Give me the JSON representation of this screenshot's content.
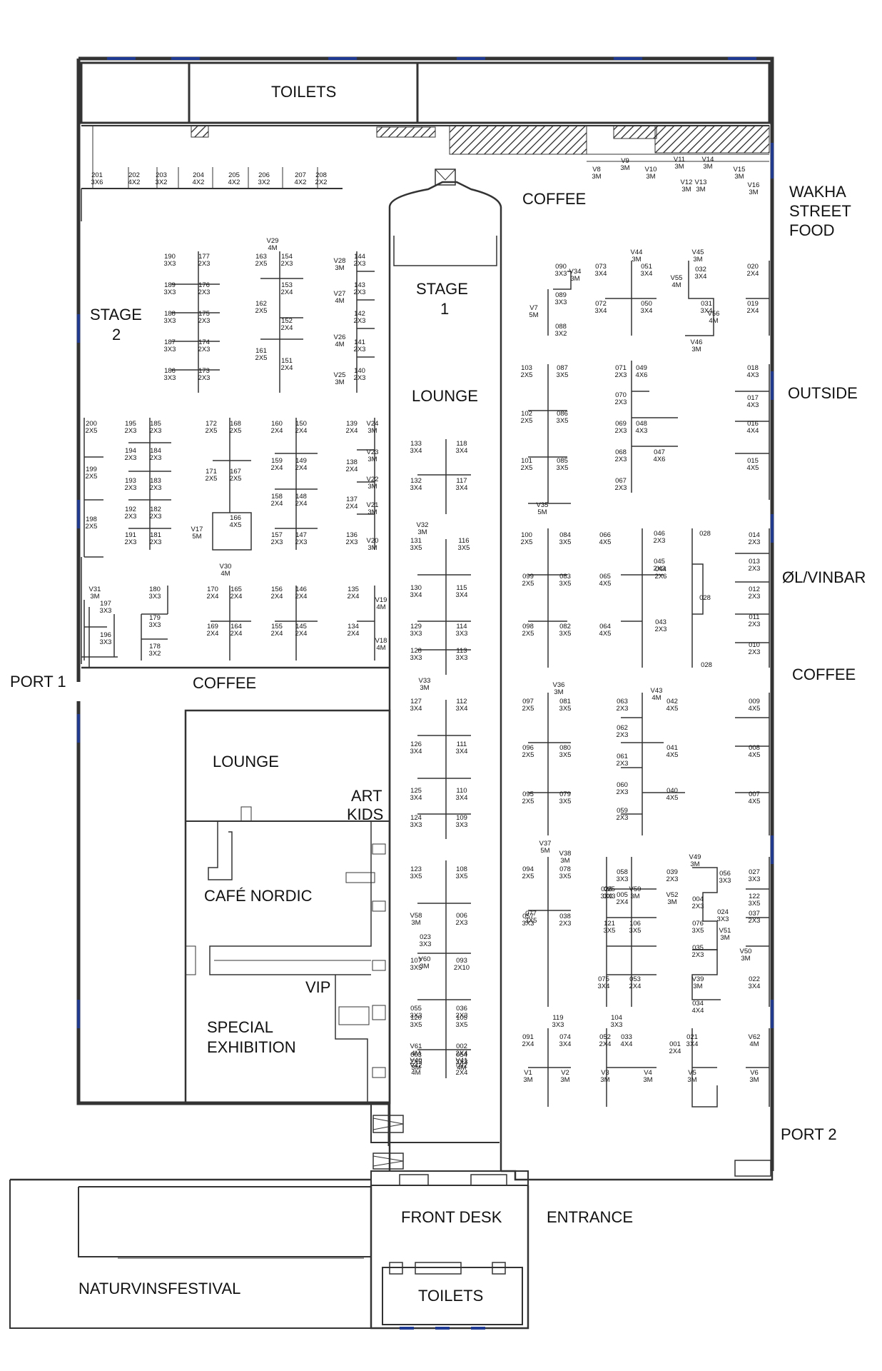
{
  "areas": {
    "toilets_top": "TOILETS",
    "coffee_top": "COFFEE",
    "wakha": [
      "WAKHA",
      "STREET",
      "FOOD"
    ],
    "stage2": [
      "STAGE",
      "2"
    ],
    "stage1": [
      "STAGE",
      "1"
    ],
    "lounge_center": "LOUNGE",
    "outside": "OUTSIDE",
    "ol_vinbar": "ØL/VINBAR",
    "coffee_right": "COFFEE",
    "port1": "PORT 1",
    "coffee_left": "COFFEE",
    "lounge_left": "LOUNGE",
    "art_kids": [
      "ART",
      "KIDS"
    ],
    "cafe_nordic": "CAFÉ NORDIC",
    "vip": "VIP",
    "special_exhibition": [
      "SPECIAL",
      "EXHIBITION"
    ],
    "port2": "PORT 2",
    "front_desk": "FRONT DESK",
    "entrance": "ENTRANCE",
    "toilets_bottom": "TOILETS",
    "naturvinsfestival": "NATURVINSFESTIVAL"
  },
  "booths": [
    [
      "201",
      "3X6"
    ],
    [
      "202",
      "4X2"
    ],
    [
      "203",
      "3X2"
    ],
    [
      "204",
      "4X2"
    ],
    [
      "205",
      "4X2"
    ],
    [
      "206",
      "3X2"
    ],
    [
      "207",
      "4X2"
    ],
    [
      "208",
      "2X2"
    ],
    [
      "V8",
      "3M"
    ],
    [
      "V9",
      "3M"
    ],
    [
      "V10",
      "3M"
    ],
    [
      "V11",
      "3M"
    ],
    [
      "V14",
      "3M"
    ],
    [
      "V15",
      "3M"
    ],
    [
      "V12",
      "3M"
    ],
    [
      "V13",
      "3M"
    ],
    [
      "V16",
      "3M"
    ],
    [
      "190",
      "3X3"
    ],
    [
      "177",
      "2X3"
    ],
    [
      "V29",
      "4M"
    ],
    [
      "163",
      "2X5"
    ],
    [
      "154",
      "2X3"
    ],
    [
      "V28",
      "3M"
    ],
    [
      "144",
      "2X3"
    ],
    [
      "189",
      "3X3"
    ],
    [
      "176",
      "2X3"
    ],
    [
      "153",
      "2X4"
    ],
    [
      "143",
      "2X3"
    ],
    [
      "V27",
      "4M"
    ],
    [
      "188",
      "3X3"
    ],
    [
      "175",
      "2X3"
    ],
    [
      "162",
      "2X5"
    ],
    [
      "142",
      "2X3"
    ],
    [
      "152",
      "2X4"
    ],
    [
      "187",
      "3X3"
    ],
    [
      "174",
      "2X3"
    ],
    [
      "V26",
      "4M"
    ],
    [
      "141",
      "2X3"
    ],
    [
      "161",
      "2X5"
    ],
    [
      "151",
      "2X4"
    ],
    [
      "186",
      "3X3"
    ],
    [
      "173",
      "2X3"
    ],
    [
      "V25",
      "3M"
    ],
    [
      "140",
      "2X3"
    ],
    [
      "090",
      "3X3"
    ],
    [
      "V34",
      "3M"
    ],
    [
      "089",
      "3X3"
    ],
    [
      "V7",
      "5M"
    ],
    [
      "088",
      "3X2"
    ],
    [
      "073",
      "3X4"
    ],
    [
      "V44",
      "3M"
    ],
    [
      "051",
      "3X4"
    ],
    [
      "V45",
      "3M"
    ],
    [
      "032",
      "3X4"
    ],
    [
      "V55",
      "4M"
    ],
    [
      "020",
      "2X4"
    ],
    [
      "072",
      "3X4"
    ],
    [
      "050",
      "3X4"
    ],
    [
      "031",
      "3X4"
    ],
    [
      "V56",
      "4M"
    ],
    [
      "019",
      "2X4"
    ],
    [
      "V46",
      "3M"
    ],
    [
      "103",
      "2X5"
    ],
    [
      "087",
      "3X5"
    ],
    [
      "071",
      "2X3"
    ],
    [
      "049",
      "4X6"
    ],
    [
      "018",
      "4X3"
    ],
    [
      "070",
      "2X3"
    ],
    [
      "017",
      "4X3"
    ],
    [
      "102",
      "2X5"
    ],
    [
      "086",
      "3X5"
    ],
    [
      "069",
      "2X3"
    ],
    [
      "048",
      "4X3"
    ],
    [
      "016",
      "4X4"
    ],
    [
      "133",
      "3X4"
    ],
    [
      "118",
      "3X4"
    ],
    [
      "068",
      "2X3"
    ],
    [
      "047",
      "4X6"
    ],
    [
      "101",
      "2X5"
    ],
    [
      "085",
      "3X5"
    ],
    [
      "015",
      "4X5"
    ],
    [
      "132",
      "3X4"
    ],
    [
      "117",
      "3X4"
    ],
    [
      "067",
      "2X3"
    ],
    [
      "V35",
      "5M"
    ],
    [
      "200",
      "2X5"
    ],
    [
      "195",
      "2X3"
    ],
    [
      "185",
      "2X3"
    ],
    [
      "172",
      "2X5"
    ],
    [
      "168",
      "2X5"
    ],
    [
      "160",
      "2X4"
    ],
    [
      "150",
      "2X4"
    ],
    [
      "139",
      "2X4"
    ],
    [
      "V24",
      "3M"
    ],
    [
      "194",
      "2X3"
    ],
    [
      "184",
      "2X3"
    ],
    [
      "V23",
      "3M"
    ],
    [
      "159",
      "2X4"
    ],
    [
      "149",
      "2X4"
    ],
    [
      "138",
      "2X4"
    ],
    [
      "199",
      "2X5"
    ],
    [
      "171",
      "2X5"
    ],
    [
      "167",
      "2X5"
    ],
    [
      "V22",
      "3M"
    ],
    [
      "193",
      "2X3"
    ],
    [
      "183",
      "2X3"
    ],
    [
      "158",
      "2X4"
    ],
    [
      "148",
      "2X4"
    ],
    [
      "137",
      "2X4"
    ],
    [
      "192",
      "2X3"
    ],
    [
      "182",
      "2X3"
    ],
    [
      "V21",
      "3M"
    ],
    [
      "198",
      "2X5"
    ],
    [
      "166",
      "4X5"
    ],
    [
      "V17",
      "5M"
    ],
    [
      "191",
      "2X3"
    ],
    [
      "181",
      "2X3"
    ],
    [
      "157",
      "2X3"
    ],
    [
      "147",
      "2X3"
    ],
    [
      "136",
      "2X3"
    ],
    [
      "V20",
      "3M"
    ],
    [
      "V30",
      "4M"
    ],
    [
      "V32",
      "3M"
    ],
    [
      "131",
      "3X5"
    ],
    [
      "116",
      "3X5"
    ],
    [
      "100",
      "2X5"
    ],
    [
      "084",
      "3X5"
    ],
    [
      "066",
      "4X5"
    ],
    [
      "046",
      "2X3"
    ],
    [
      "028",
      ""
    ],
    [
      "014",
      "2X3"
    ],
    [
      "045",
      "2X3"
    ],
    [
      "013",
      "2X3"
    ],
    [
      "V31",
      "3M"
    ],
    [
      "180",
      "3X3"
    ],
    [
      "170",
      "2X4"
    ],
    [
      "165",
      "2X4"
    ],
    [
      "156",
      "2X4"
    ],
    [
      "146",
      "2X4"
    ],
    [
      "135",
      "2X4"
    ],
    [
      "197",
      "3X3"
    ],
    [
      "179",
      "3X3"
    ],
    [
      "V19",
      "4M"
    ],
    [
      "130",
      "3X4"
    ],
    [
      "115",
      "3X4"
    ],
    [
      "099",
      "2X5"
    ],
    [
      "083",
      "3X5"
    ],
    [
      "065",
      "4X5"
    ],
    [
      "044",
      "2X6"
    ],
    [
      "012",
      "2X3"
    ],
    [
      "028",
      ""
    ],
    [
      "196",
      "3X3"
    ],
    [
      "178",
      "3X2"
    ],
    [
      "169",
      "2X4"
    ],
    [
      "164",
      "2X4"
    ],
    [
      "155",
      "2X4"
    ],
    [
      "145",
      "2X4"
    ],
    [
      "134",
      "2X4"
    ],
    [
      "V18",
      "4M"
    ],
    [
      "129",
      "3X3"
    ],
    [
      "114",
      "3X3"
    ],
    [
      "011",
      "2X3"
    ],
    [
      "098",
      "2X5"
    ],
    [
      "082",
      "3X5"
    ],
    [
      "064",
      "4X5"
    ],
    [
      "128",
      "3X3"
    ],
    [
      "113",
      "3X3"
    ],
    [
      "043",
      "2X3"
    ],
    [
      "010",
      "2X3"
    ],
    [
      "028",
      ""
    ],
    [
      "V33",
      "3M"
    ],
    [
      "V36",
      "3M"
    ],
    [
      "V43",
      "4M"
    ],
    [
      "127",
      "3X4"
    ],
    [
      "112",
      "3X4"
    ],
    [
      "097",
      "2X5"
    ],
    [
      "081",
      "3X5"
    ],
    [
      "063",
      "2X3"
    ],
    [
      "042",
      "4X5"
    ],
    [
      "009",
      "4X5"
    ],
    [
      "062",
      "2X3"
    ],
    [
      "126",
      "3X4"
    ],
    [
      "111",
      "3X4"
    ],
    [
      "096",
      "2X5"
    ],
    [
      "080",
      "3X5"
    ],
    [
      "041",
      "4X5"
    ],
    [
      "008",
      "4X5"
    ],
    [
      "061",
      "2X3"
    ],
    [
      "125",
      "3X4"
    ],
    [
      "110",
      "3X4"
    ],
    [
      "060",
      "2X3"
    ],
    [
      "095",
      "2X5"
    ],
    [
      "079",
      "3X5"
    ],
    [
      "040",
      "4X5"
    ],
    [
      "007",
      "4X5"
    ],
    [
      "124",
      "3X3"
    ],
    [
      "109",
      "3X3"
    ],
    [
      "059",
      "2X3"
    ],
    [
      "V37",
      "5M"
    ],
    [
      "V38",
      "3M"
    ],
    [
      "V49",
      "3M"
    ],
    [
      "123",
      "3X5"
    ],
    [
      "108",
      "3X5"
    ],
    [
      "094",
      "2X5"
    ],
    [
      "078",
      "3X5"
    ],
    [
      "058",
      "3X3"
    ],
    [
      "039",
      "2X3"
    ],
    [
      "027",
      "3X3"
    ],
    [
      "V58",
      "3M"
    ],
    [
      "006",
      "2X3"
    ],
    [
      "057",
      "3X3"
    ],
    [
      "038",
      "2X3"
    ],
    [
      "026",
      "3X3"
    ],
    [
      "005",
      "2X4"
    ],
    [
      "V52",
      "3M"
    ],
    [
      "122",
      "3X5"
    ],
    [
      "107",
      "3X5"
    ],
    [
      "093",
      "2X10"
    ],
    [
      "077",
      "3X5"
    ],
    [
      "056",
      "3X3"
    ],
    [
      "037",
      "2X3"
    ],
    [
      "025",
      "3X3"
    ],
    [
      "V59",
      "3M"
    ],
    [
      "004",
      "2X3"
    ],
    [
      "055",
      "3X3"
    ],
    [
      "036",
      "2X3"
    ],
    [
      "024",
      "3X3"
    ],
    [
      "121",
      "3X5"
    ],
    [
      "106",
      "3X5"
    ],
    [
      "076",
      "3X5"
    ],
    [
      "V51",
      "3M"
    ],
    [
      "003",
      "2X5"
    ],
    [
      "054",
      "3X3"
    ],
    [
      "035",
      "2X3"
    ],
    [
      "023",
      "3X3"
    ],
    [
      "V60",
      "3M"
    ],
    [
      "V50",
      "3M"
    ],
    [
      "120",
      "3X5"
    ],
    [
      "105",
      "3X5"
    ],
    [
      "V39",
      "3M"
    ],
    [
      "V42",
      "4M"
    ],
    [
      "092",
      "2X4"
    ],
    [
      "075",
      "3X4"
    ],
    [
      "053",
      "2X4"
    ],
    [
      "034",
      "4X4"
    ],
    [
      "022",
      "3X4"
    ],
    [
      "V61",
      "4M"
    ],
    [
      "002",
      "2X4"
    ],
    [
      "119",
      "3X3"
    ],
    [
      "104",
      "3X3"
    ],
    [
      "091",
      "2X4"
    ],
    [
      "074",
      "3X4"
    ],
    [
      "052",
      "2X4"
    ],
    [
      "033",
      "4X4"
    ],
    [
      "021",
      "3X4"
    ],
    [
      "001",
      "2X4"
    ],
    [
      "V62",
      "4M"
    ],
    [
      "V40",
      "3M"
    ],
    [
      "V41",
      "4M"
    ],
    [
      "V1",
      "3M"
    ],
    [
      "V2",
      "3M"
    ],
    [
      "V3",
      "3M"
    ],
    [
      "V4",
      "3M"
    ],
    [
      "V5",
      "3M"
    ],
    [
      "V6",
      "3M"
    ]
  ]
}
